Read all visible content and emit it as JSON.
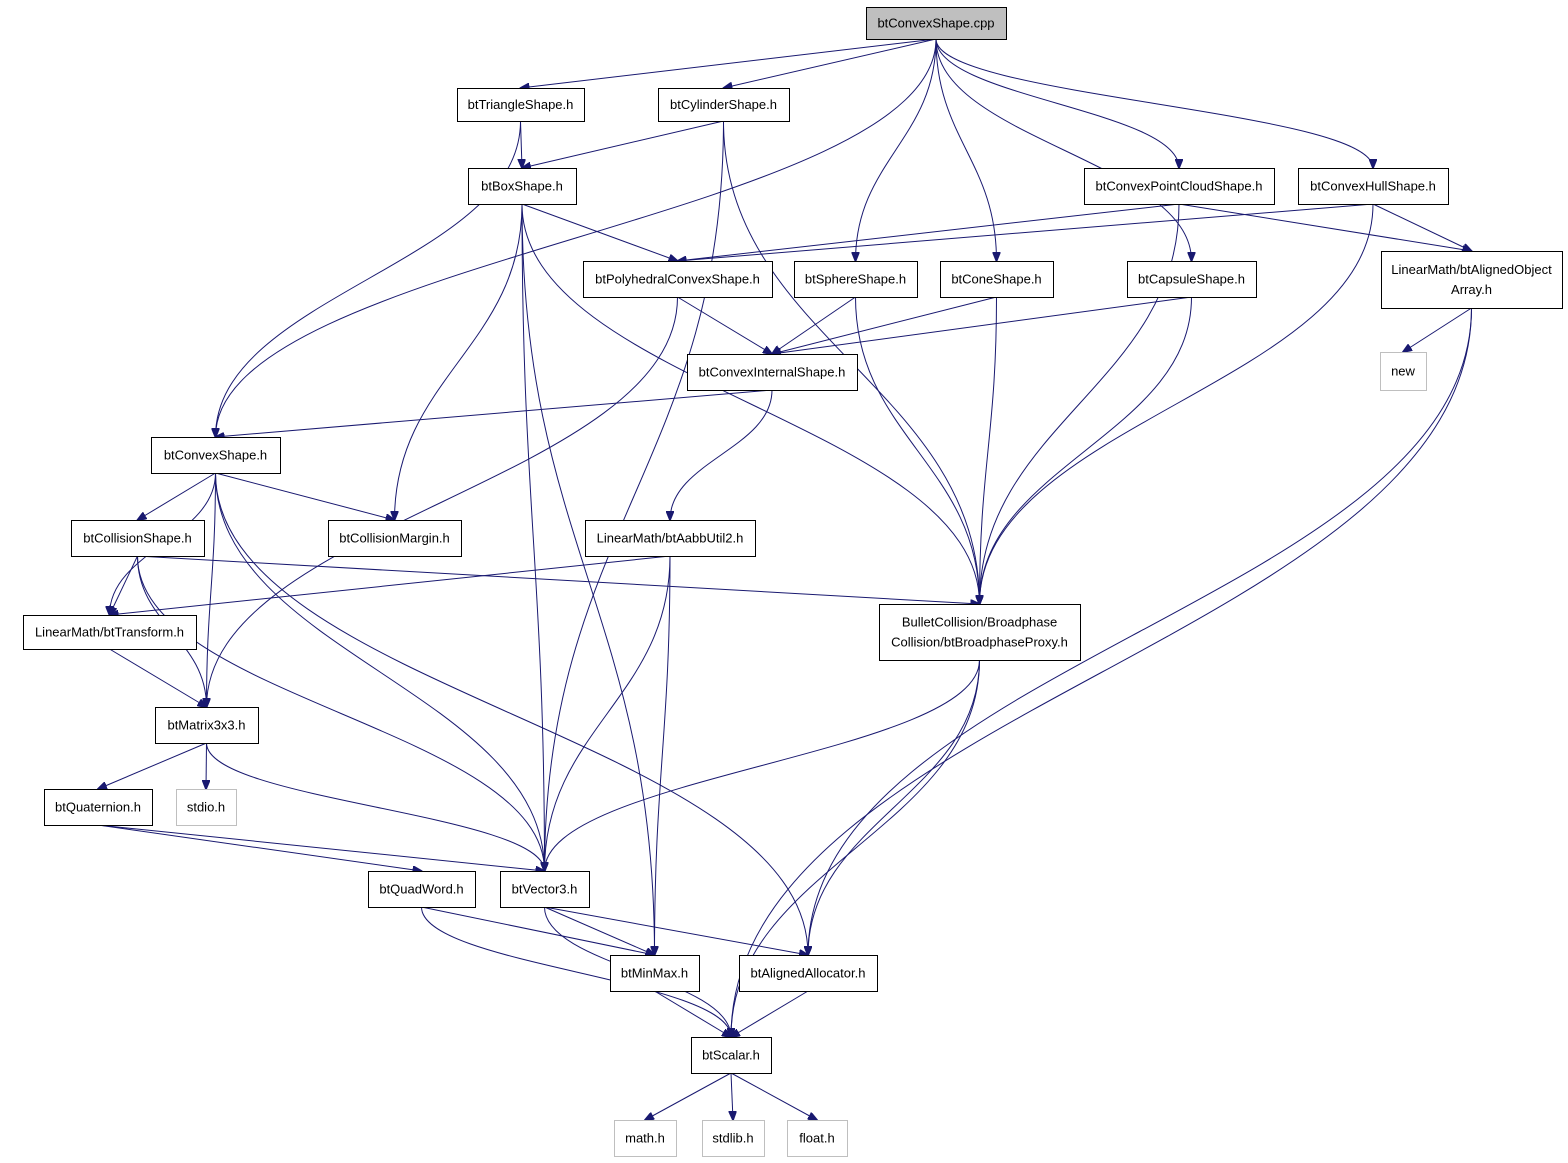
{
  "graph": {
    "nodes": [
      {
        "id": "root",
        "lines": [
          "btConvexShape.cpp"
        ],
        "kind": "root"
      },
      {
        "id": "tri",
        "lines": [
          "btTriangleShape.h"
        ],
        "kind": "file"
      },
      {
        "id": "cyl",
        "lines": [
          "btCylinderShape.h"
        ],
        "kind": "file"
      },
      {
        "id": "box",
        "lines": [
          "btBoxShape.h"
        ],
        "kind": "file"
      },
      {
        "id": "pcloud",
        "lines": [
          "btConvexPointCloudShape.h"
        ],
        "kind": "file"
      },
      {
        "id": "hull",
        "lines": [
          "btConvexHullShape.h"
        ],
        "kind": "file"
      },
      {
        "id": "poly",
        "lines": [
          "btPolyhedralConvexShape.h"
        ],
        "kind": "file"
      },
      {
        "id": "sphere",
        "lines": [
          "btSphereShape.h"
        ],
        "kind": "file"
      },
      {
        "id": "cone",
        "lines": [
          "btConeShape.h"
        ],
        "kind": "file"
      },
      {
        "id": "capsule",
        "lines": [
          "btCapsuleShape.h"
        ],
        "kind": "file"
      },
      {
        "id": "aarray",
        "lines": [
          "LinearMath/btAlignedObject",
          "Array.h"
        ],
        "kind": "file"
      },
      {
        "id": "new",
        "lines": [
          "new"
        ],
        "kind": "external"
      },
      {
        "id": "internal",
        "lines": [
          "btConvexInternalShape.h"
        ],
        "kind": "file"
      },
      {
        "id": "convex",
        "lines": [
          "btConvexShape.h"
        ],
        "kind": "file"
      },
      {
        "id": "collision",
        "lines": [
          "btCollisionShape.h"
        ],
        "kind": "file"
      },
      {
        "id": "margin",
        "lines": [
          "btCollisionMargin.h"
        ],
        "kind": "file"
      },
      {
        "id": "aabb",
        "lines": [
          "LinearMath/btAabbUtil2.h"
        ],
        "kind": "file"
      },
      {
        "id": "proxy",
        "lines": [
          "BulletCollision/Broadphase",
          "Collision/btBroadphaseProxy.h"
        ],
        "kind": "file"
      },
      {
        "id": "transform",
        "lines": [
          "LinearMath/btTransform.h"
        ],
        "kind": "file"
      },
      {
        "id": "matrix",
        "lines": [
          "btMatrix3x3.h"
        ],
        "kind": "file"
      },
      {
        "id": "quat",
        "lines": [
          "btQuaternion.h"
        ],
        "kind": "file"
      },
      {
        "id": "stdio",
        "lines": [
          "stdio.h"
        ],
        "kind": "external"
      },
      {
        "id": "quadword",
        "lines": [
          "btQuadWord.h"
        ],
        "kind": "file"
      },
      {
        "id": "vector",
        "lines": [
          "btVector3.h"
        ],
        "kind": "file"
      },
      {
        "id": "minmax",
        "lines": [
          "btMinMax.h"
        ],
        "kind": "file"
      },
      {
        "id": "alloc",
        "lines": [
          "btAlignedAllocator.h"
        ],
        "kind": "file"
      },
      {
        "id": "scalar",
        "lines": [
          "btScalar.h"
        ],
        "kind": "file"
      },
      {
        "id": "math",
        "lines": [
          "math.h"
        ],
        "kind": "external"
      },
      {
        "id": "stdlib",
        "lines": [
          "stdlib.h"
        ],
        "kind": "external"
      },
      {
        "id": "float",
        "lines": [
          "float.h"
        ],
        "kind": "external"
      }
    ],
    "edges": [
      {
        "from": "root",
        "to": "convex"
      },
      {
        "from": "root",
        "to": "tri"
      },
      {
        "from": "root",
        "to": "cyl"
      },
      {
        "from": "root",
        "to": "sphere"
      },
      {
        "from": "root",
        "to": "cone"
      },
      {
        "from": "root",
        "to": "capsule"
      },
      {
        "from": "root",
        "to": "pcloud"
      },
      {
        "from": "root",
        "to": "hull"
      },
      {
        "from": "tri",
        "to": "convex"
      },
      {
        "from": "tri",
        "to": "box"
      },
      {
        "from": "cyl",
        "to": "box"
      },
      {
        "from": "cyl",
        "to": "vector"
      },
      {
        "from": "cyl",
        "to": "proxy"
      },
      {
        "from": "box",
        "to": "poly"
      },
      {
        "from": "box",
        "to": "margin"
      },
      {
        "from": "box",
        "to": "vector"
      },
      {
        "from": "box",
        "to": "minmax"
      },
      {
        "from": "box",
        "to": "proxy"
      },
      {
        "from": "pcloud",
        "to": "poly"
      },
      {
        "from": "pcloud",
        "to": "aarray"
      },
      {
        "from": "pcloud",
        "to": "proxy"
      },
      {
        "from": "hull",
        "to": "poly"
      },
      {
        "from": "hull",
        "to": "aarray"
      },
      {
        "from": "hull",
        "to": "proxy"
      },
      {
        "from": "poly",
        "to": "internal"
      },
      {
        "from": "poly",
        "to": "matrix"
      },
      {
        "from": "sphere",
        "to": "internal"
      },
      {
        "from": "sphere",
        "to": "proxy"
      },
      {
        "from": "cone",
        "to": "internal"
      },
      {
        "from": "cone",
        "to": "proxy"
      },
      {
        "from": "capsule",
        "to": "internal"
      },
      {
        "from": "capsule",
        "to": "proxy"
      },
      {
        "from": "aarray",
        "to": "new"
      },
      {
        "from": "aarray",
        "to": "alloc"
      },
      {
        "from": "aarray",
        "to": "scalar"
      },
      {
        "from": "internal",
        "to": "convex"
      },
      {
        "from": "internal",
        "to": "aabb"
      },
      {
        "from": "convex",
        "to": "collision"
      },
      {
        "from": "convex",
        "to": "margin"
      },
      {
        "from": "convex",
        "to": "transform"
      },
      {
        "from": "convex",
        "to": "matrix"
      },
      {
        "from": "convex",
        "to": "vector"
      },
      {
        "from": "convex",
        "to": "alloc"
      },
      {
        "from": "collision",
        "to": "transform"
      },
      {
        "from": "collision",
        "to": "matrix"
      },
      {
        "from": "collision",
        "to": "vector"
      },
      {
        "from": "collision",
        "to": "proxy"
      },
      {
        "from": "aabb",
        "to": "transform"
      },
      {
        "from": "aabb",
        "to": "vector"
      },
      {
        "from": "aabb",
        "to": "minmax"
      },
      {
        "from": "proxy",
        "to": "vector"
      },
      {
        "from": "proxy",
        "to": "alloc"
      },
      {
        "from": "proxy",
        "to": "scalar"
      },
      {
        "from": "transform",
        "to": "matrix"
      },
      {
        "from": "matrix",
        "to": "quat"
      },
      {
        "from": "matrix",
        "to": "stdio"
      },
      {
        "from": "matrix",
        "to": "vector"
      },
      {
        "from": "quat",
        "to": "quadword"
      },
      {
        "from": "quat",
        "to": "vector"
      },
      {
        "from": "quadword",
        "to": "minmax"
      },
      {
        "from": "quadword",
        "to": "scalar"
      },
      {
        "from": "vector",
        "to": "minmax"
      },
      {
        "from": "vector",
        "to": "alloc"
      },
      {
        "from": "vector",
        "to": "scalar"
      },
      {
        "from": "minmax",
        "to": "scalar"
      },
      {
        "from": "alloc",
        "to": "scalar"
      },
      {
        "from": "scalar",
        "to": "math"
      },
      {
        "from": "scalar",
        "to": "stdlib"
      },
      {
        "from": "scalar",
        "to": "float"
      }
    ]
  },
  "colors": {
    "edge": "#191970",
    "node_border": "#000000",
    "external_border": "#bfbfbf",
    "root_fill": "#bfbfbf",
    "node_fill": "#ffffff"
  }
}
